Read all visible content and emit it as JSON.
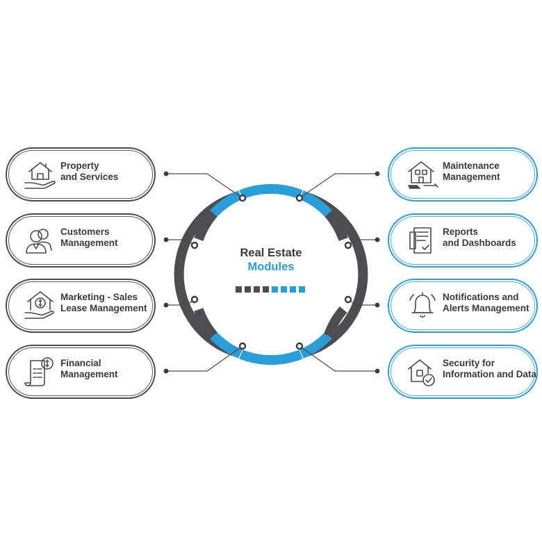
{
  "center": {
    "line1": "Real Estate",
    "line2": "Modules"
  },
  "colors": {
    "dark": "#4d4d4f",
    "blue": "#2a9ed8",
    "text": "#3a3a3a"
  },
  "progress_squares": {
    "dark_count": 4,
    "blue_count": 4
  },
  "modules_left": [
    {
      "line1": "Property",
      "line2": "and Services",
      "icon": "hand-house-icon"
    },
    {
      "line1": "Customers",
      "line2": "Management",
      "icon": "users-icon"
    },
    {
      "line1": "Marketing - Sales",
      "line2": "Lease Management",
      "icon": "house-coin-hand-icon"
    },
    {
      "line1": "Financial",
      "line2": "Management",
      "icon": "invoice-dollar-icon"
    }
  ],
  "modules_right": [
    {
      "line1": "Maintenance",
      "line2": "Management",
      "icon": "house-tools-icon"
    },
    {
      "line1": "Reports",
      "line2": "and Dashboards",
      "icon": "report-clipboard-icon"
    },
    {
      "line1": "Notifications and",
      "line2": "Alerts Management",
      "icon": "bell-icon"
    },
    {
      "line1": "Security for",
      "line2": "Information and Data",
      "icon": "house-shield-check-icon"
    }
  ]
}
